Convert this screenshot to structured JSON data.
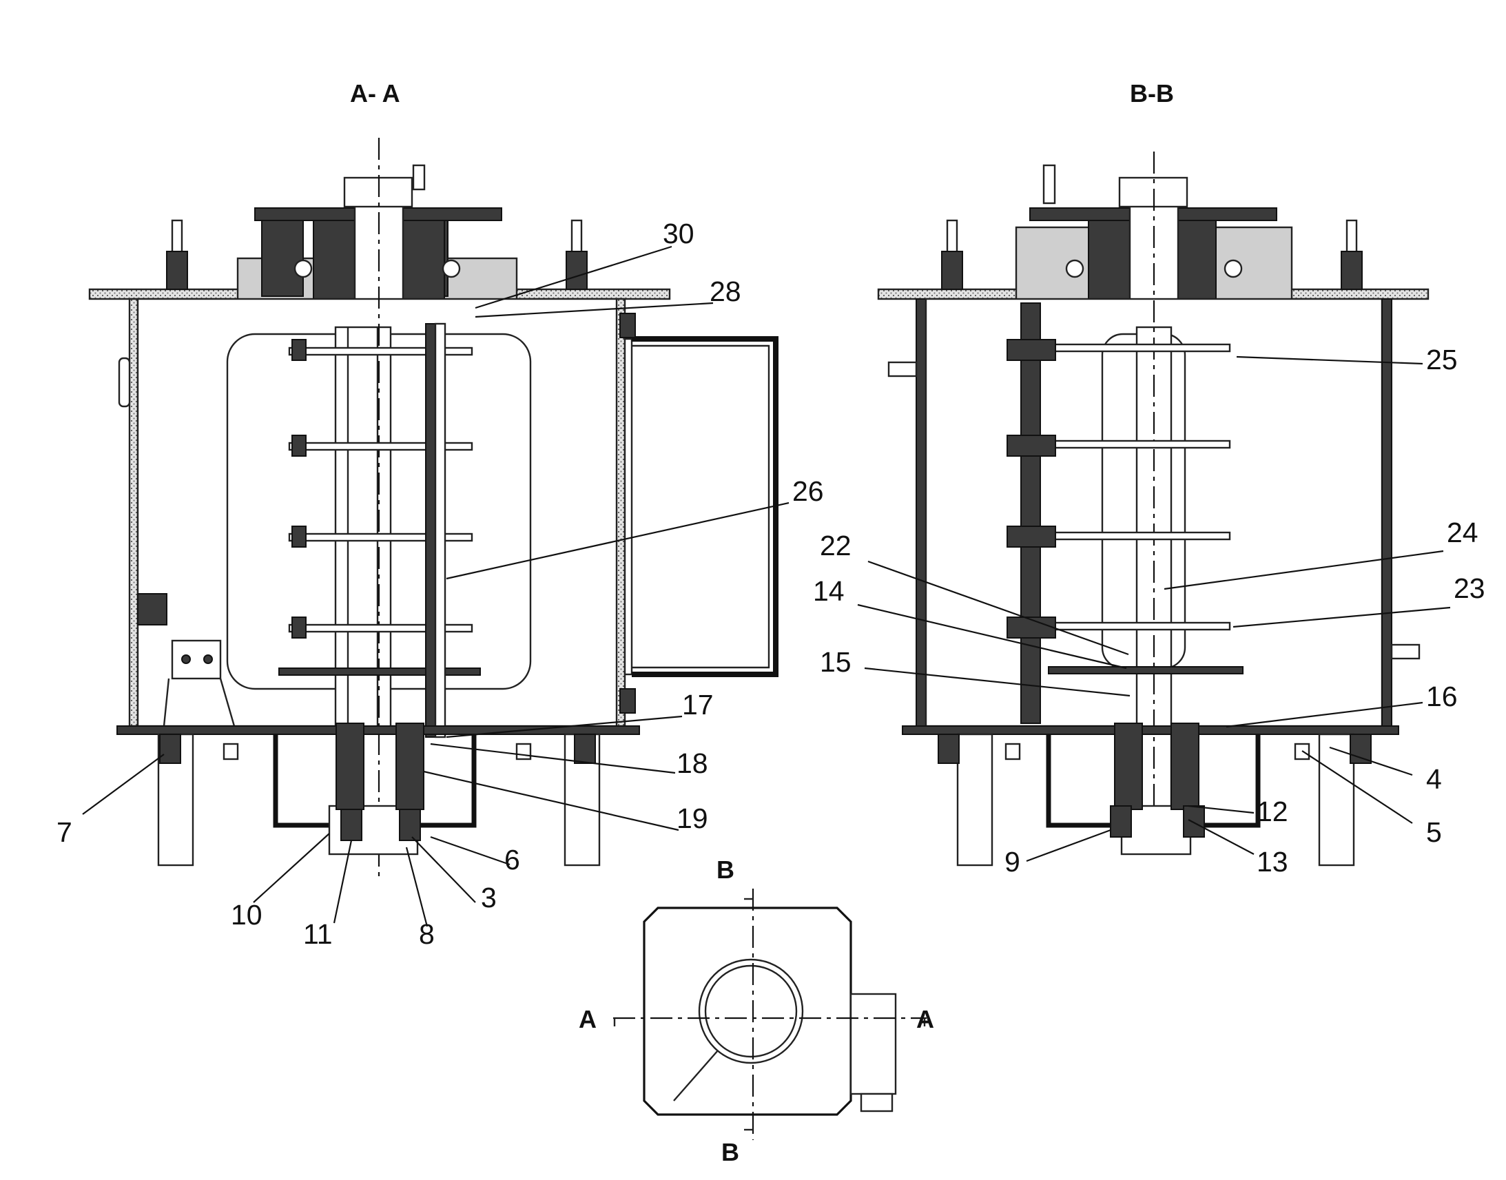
{
  "sections": {
    "a": "A- A",
    "b": "B-B",
    "plan_b_top": "B",
    "plan_b_bottom": "B",
    "plan_a_left": "A",
    "plan_a_right": "A"
  },
  "labels": {
    "l30": "30",
    "l28": "28",
    "l26": "26",
    "l17": "17",
    "l18": "18",
    "l19": "19",
    "l7": "7",
    "l10": "10",
    "l11": "11",
    "l8": "8",
    "l3": "3",
    "l6": "6",
    "l25": "25",
    "l24": "24",
    "l23": "23",
    "l22": "22",
    "l14": "14",
    "l15": "15",
    "l16": "16",
    "l4": "4",
    "l5": "5",
    "l12": "12",
    "l13": "13",
    "l9": "9"
  }
}
